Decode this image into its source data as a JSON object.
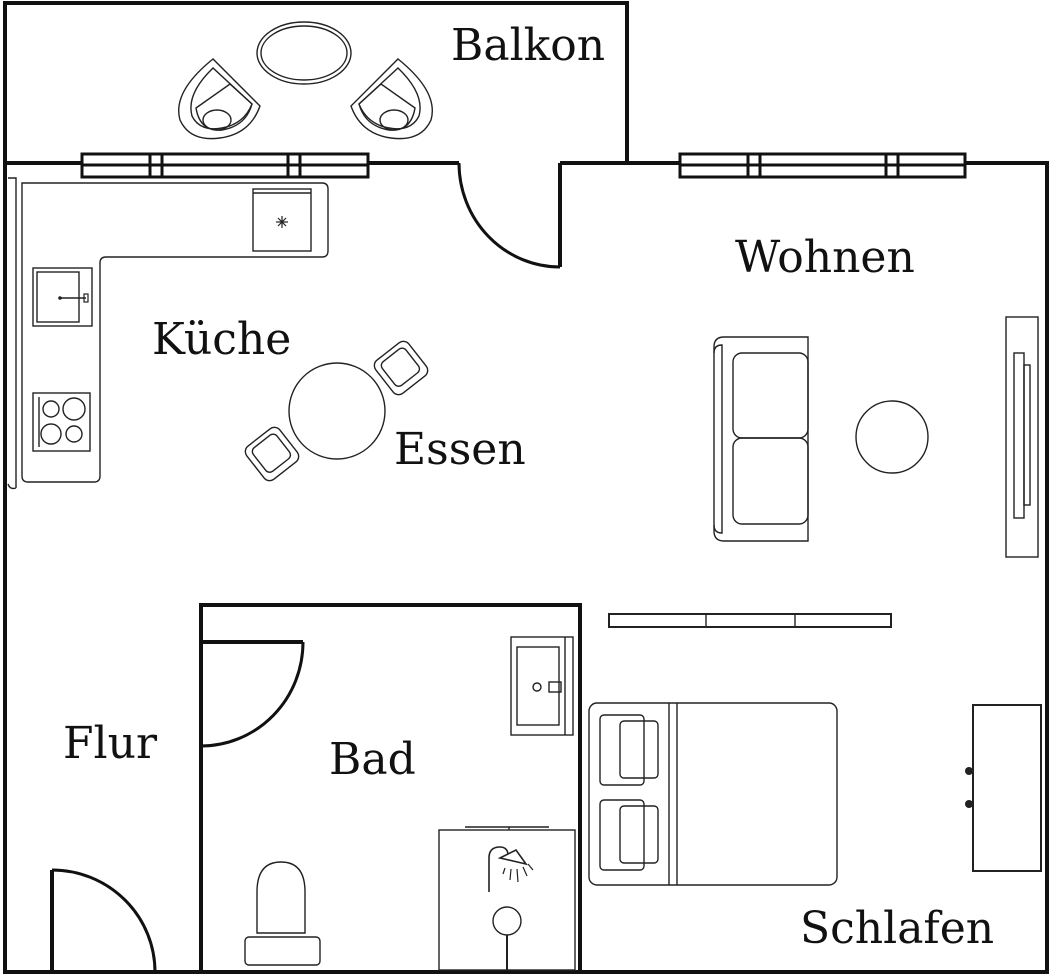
{
  "rooms": {
    "balkon": "Balkon",
    "wohnen": "Wohnen",
    "kueche": "Küche",
    "essen": "Essen",
    "flur": "Flur",
    "bad": "Bad",
    "schlafen": "Schlafen"
  },
  "icons": {
    "freezer": "snowflake-icon",
    "shower": "shower-head-icon"
  },
  "colors": {
    "wall": "#111111",
    "background": "#ffffff"
  }
}
